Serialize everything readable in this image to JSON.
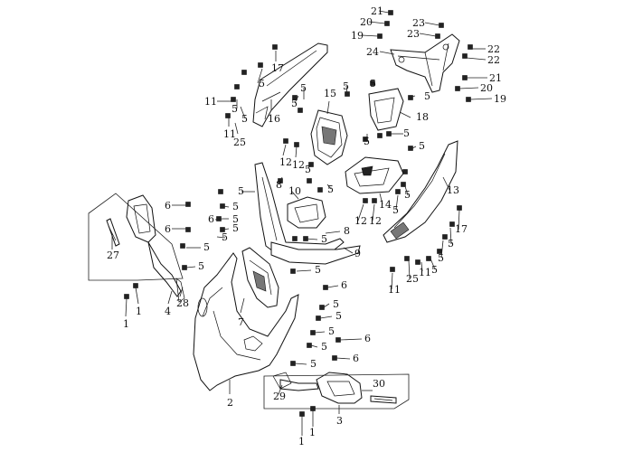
{
  "diagram": {
    "callouts": {
      "c21a": "21",
      "c20a": "20",
      "c19a": "19",
      "c23a": "23",
      "c23b": "23",
      "c24": "24",
      "c22a": "22",
      "c22b": "22",
      "c21b": "21",
      "c20b": "20",
      "c19b": "19",
      "c17a": "17",
      "c5a": "5",
      "c16": "16",
      "c11a": "11",
      "c5b": "5",
      "c11b": "11",
      "c25a": "25",
      "c5c": "5",
      "c5d": "5",
      "c15": "15",
      "c5e": "5",
      "c5f": "5",
      "c5g": "5",
      "c18": "18",
      "c5h": "5",
      "c5i": "5",
      "c5j": "5",
      "c12a": "12",
      "c12b": "12",
      "c5k": "5",
      "c5l": "5",
      "c13": "13",
      "c5m": "5",
      "c5n": "5",
      "c14": "14",
      "c12c": "12",
      "c12d": "12",
      "c5o": "5",
      "c8": "8",
      "c10": "10",
      "c5p": "5",
      "c6a": "6",
      "c5q": "5",
      "c6b": "6",
      "c5r": "5",
      "c6c": "6",
      "c5s": "5",
      "c5t": "5",
      "c8b": "8",
      "c5u": "5",
      "c9": "9",
      "c17b": "17",
      "c5v": "5",
      "c5w": "5",
      "c11c": "11",
      "c25b": "25",
      "c5x": "5",
      "c27": "27",
      "c5y": "5",
      "c5z": "5",
      "c5aa": "5",
      "c11d": "11",
      "c1a": "1",
      "c1b": "1",
      "c4": "4",
      "c28": "28",
      "c7": "7",
      "c6d": "6",
      "c5ab": "5",
      "c5ac": "5",
      "c5ad": "5",
      "c6e": "6",
      "c5ae": "5",
      "c6f": "6",
      "c5af": "5",
      "c5ag": "5",
      "c2": "2",
      "c30": "30",
      "c29": "29",
      "c3": "3",
      "c1c": "1",
      "c1d": "1"
    }
  }
}
